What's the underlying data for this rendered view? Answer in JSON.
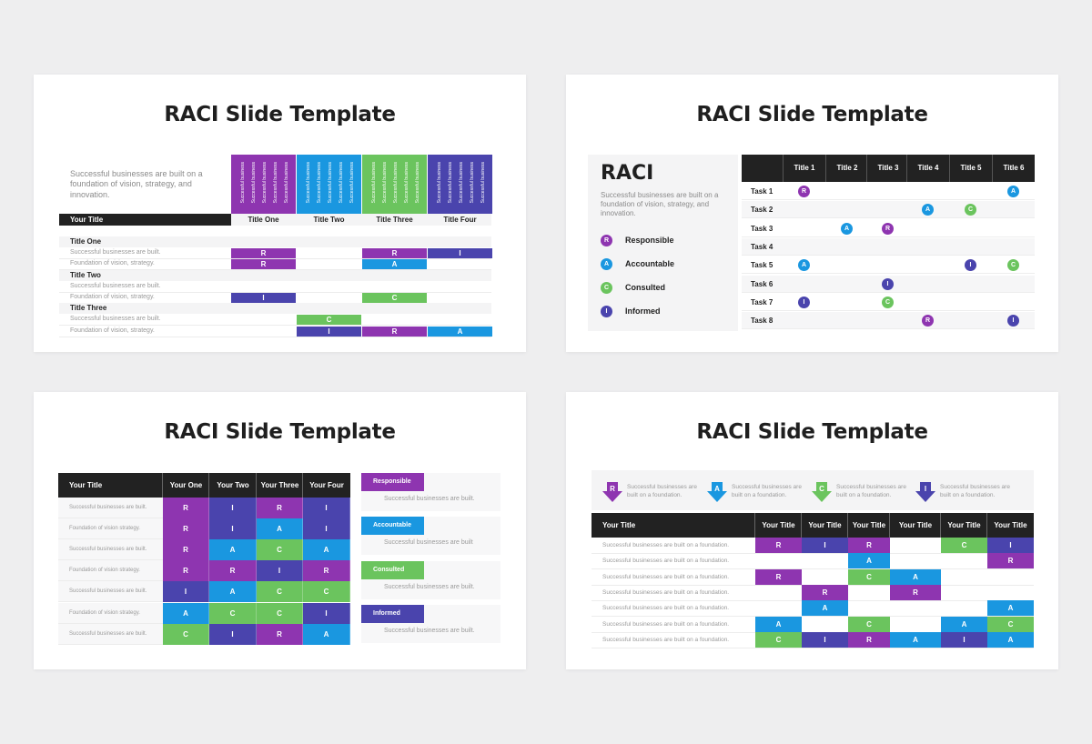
{
  "colors": {
    "r": "#8e35b0",
    "a": "#1a97e0",
    "c": "#6bc45e",
    "i": "#4a44ad",
    "dark": "#222222"
  },
  "slide_title": "RACI Slide Template",
  "slide1": {
    "desc": "Successful businesses are built on a foundation of vision, strategy, and innovation.",
    "your_title": "Your Title",
    "columns": [
      "Title One",
      "Title  Two",
      "Title Three",
      "Title Four"
    ],
    "vtext": "Successful business",
    "groups": [
      {
        "title": "Title One",
        "rows": [
          {
            "label": "Successful businesses are built.",
            "cells": [
              "R",
              "",
              "R",
              "I"
            ]
          },
          {
            "label": "Foundation of vision, strategy.",
            "cells": [
              "R",
              "",
              "A",
              ""
            ]
          }
        ]
      },
      {
        "title": "Title Two",
        "rows": [
          {
            "label": "Successful businesses are built.",
            "cells": [
              "",
              "",
              "",
              ""
            ]
          },
          {
            "label": "Foundation of vision, strategy.",
            "cells": [
              "I",
              "",
              "C",
              ""
            ]
          }
        ]
      },
      {
        "title": "Title Three",
        "rows": [
          {
            "label": "Successful businesses are built.",
            "cells": [
              "",
              "C",
              "",
              ""
            ]
          },
          {
            "label": "Foundation of vision, strategy.",
            "cells": [
              "",
              "I",
              "R",
              "A"
            ]
          }
        ]
      }
    ]
  },
  "slide2": {
    "heading": "RACI",
    "desc": "Successful businesses are built on a foundation of vision, strategy, and innovation.",
    "legend": [
      {
        "letter": "R",
        "label": "Responsible"
      },
      {
        "letter": "A",
        "label": "Accountable"
      },
      {
        "letter": "C",
        "label": "Consulted"
      },
      {
        "letter": "I",
        "label": "Informed"
      }
    ],
    "columns": [
      "Title 1",
      "Title 2",
      "Title 3",
      "Title 4",
      "Title 5",
      "Title 6"
    ],
    "tasks": [
      {
        "name": "Task 1",
        "cells": [
          "R",
          "",
          "",
          "",
          "",
          "A"
        ]
      },
      {
        "name": "Task 2",
        "cells": [
          "",
          "",
          "",
          "A",
          "C",
          ""
        ]
      },
      {
        "name": "Task 3",
        "cells": [
          "",
          "A",
          "R",
          "",
          "",
          ""
        ]
      },
      {
        "name": "Task 4",
        "cells": [
          "",
          "",
          "",
          "",
          "",
          ""
        ]
      },
      {
        "name": "Task 5",
        "cells": [
          "A",
          "",
          "",
          "",
          "I",
          "C"
        ]
      },
      {
        "name": "Task 6",
        "cells": [
          "",
          "",
          "I",
          "",
          "",
          ""
        ]
      },
      {
        "name": "Task 7",
        "cells": [
          "I",
          "",
          "C",
          "",
          "",
          ""
        ]
      },
      {
        "name": "Task 8",
        "cells": [
          "",
          "",
          "",
          "R",
          "",
          "I"
        ]
      }
    ]
  },
  "slide3": {
    "your_title": "Your Title",
    "columns": [
      "Your One",
      "Your Two",
      "Your Three",
      "Your Four"
    ],
    "rows": [
      {
        "label": "Successful businesses are built.",
        "cells": [
          "R",
          "I",
          "R",
          "I"
        ]
      },
      {
        "label": "Foundation of vision strategy.",
        "cells": [
          "R",
          "I",
          "A",
          "I"
        ]
      },
      {
        "label": "Successful businesses are built.",
        "cells": [
          "R",
          "A",
          "C",
          "A"
        ]
      },
      {
        "label": "Foundation of vision strategy.",
        "cells": [
          "R",
          "R",
          "I",
          "R"
        ]
      },
      {
        "label": "Successful businesses are built.",
        "cells": [
          "I",
          "A",
          "C",
          "C"
        ]
      },
      {
        "label": "Foundation of vision strategy.",
        "cells": [
          "A",
          "C",
          "C",
          "I"
        ]
      },
      {
        "label": "Successful businesses are built.",
        "cells": [
          "C",
          "I",
          "R",
          "A"
        ]
      }
    ],
    "legend": [
      {
        "key": "R",
        "label": "Responsible",
        "desc": "Successful businesses are built."
      },
      {
        "key": "A",
        "label": "Accountable",
        "desc": "Successful businesses are built"
      },
      {
        "key": "C",
        "label": "Consulted",
        "desc": "Successful businesses are built."
      },
      {
        "key": "I",
        "label": "Informed",
        "desc": "Successful businesses are built."
      }
    ]
  },
  "slide4": {
    "legend": [
      {
        "letter": "R",
        "desc": "Successful businesses are built on a foundation."
      },
      {
        "letter": "A",
        "desc": "Successful businesses are built on a foundation."
      },
      {
        "letter": "C",
        "desc": "Successful businesses are built on a foundation."
      },
      {
        "letter": "I",
        "desc": "Successful businesses are built on a foundation."
      }
    ],
    "your_title": "Your Title",
    "columns": [
      "Your Title",
      "Your Title",
      "Your Title",
      "Your Title",
      "Your Title",
      "Your Title"
    ],
    "rows": [
      {
        "label": "Successful businesses are built on a foundation.",
        "cells": [
          "R",
          "I",
          "R",
          "",
          "C",
          "I"
        ]
      },
      {
        "label": "Successful businesses are built on a foundation.",
        "cells": [
          "",
          "",
          "A",
          "",
          "",
          "R"
        ]
      },
      {
        "label": "Successful businesses are built on a foundation.",
        "cells": [
          "R",
          "",
          "C",
          "A",
          "",
          ""
        ]
      },
      {
        "label": "Successful businesses are built on a foundation.",
        "cells": [
          "",
          "R",
          "",
          "R",
          "",
          ""
        ]
      },
      {
        "label": "Successful businesses are built on a foundation.",
        "cells": [
          "",
          "A",
          "",
          "",
          "",
          "A"
        ]
      },
      {
        "label": "Successful businesses are built on a foundation.",
        "cells": [
          "A",
          "",
          "C",
          "",
          "A",
          "C"
        ]
      },
      {
        "label": "Successful businesses are built on a foundation.",
        "cells": [
          "C",
          "I",
          "R",
          "A",
          "I",
          "A"
        ]
      }
    ]
  }
}
